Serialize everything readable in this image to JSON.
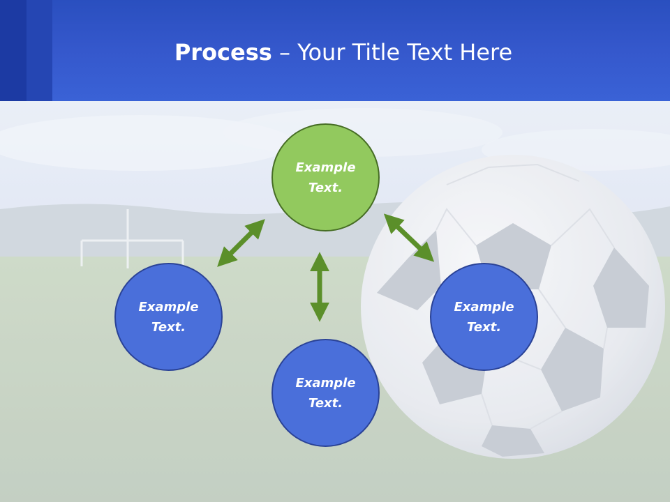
{
  "slide": {
    "title_bold": "Process",
    "title_rest": " – Your Title Text Here"
  },
  "diagram": {
    "nodes": [
      {
        "id": "top",
        "label": "Example\nText.",
        "color": "#92c95e"
      },
      {
        "id": "left",
        "label": "Example\nText.",
        "color": "#4a6fda"
      },
      {
        "id": "right",
        "label": "Example\nText.",
        "color": "#4a6fda"
      },
      {
        "id": "bottom",
        "label": "Example\nText.",
        "color": "#4a6fda"
      }
    ],
    "arrow_color": "#5b8f2a"
  },
  "background": {
    "sky_color": "#dfe5f1",
    "grass_color": "#b9c9b3",
    "icon": "soccer-ball-icon"
  }
}
